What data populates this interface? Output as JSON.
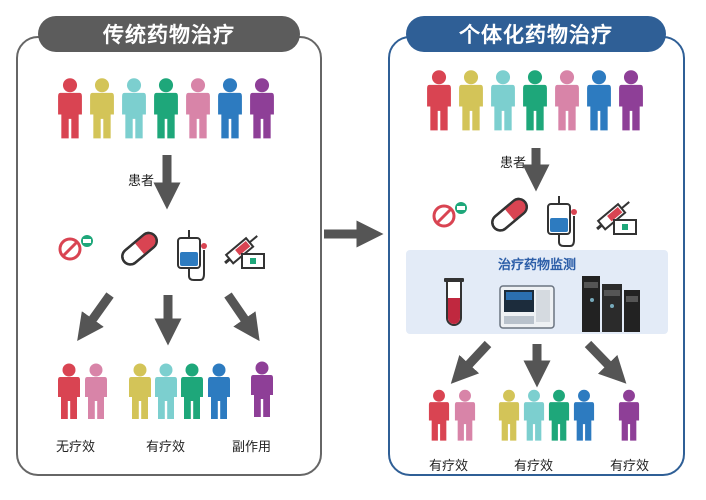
{
  "left_panel": {
    "title": "传统药物治疗",
    "patient_label": "患者",
    "outcomes": [
      "无疗效",
      "有疗效",
      "副作用"
    ]
  },
  "right_panel": {
    "title": "个体化药物治疗",
    "patient_label": "患者",
    "monitoring_label": "治疗药物监测",
    "outcomes": [
      "有疗效",
      "有疗效",
      "有疗效"
    ]
  },
  "colors": {
    "red": "#d94452",
    "yellow": "#d3c458",
    "cyan": "#7ccfcf",
    "green": "#1ea77a",
    "pink": "#d884a8",
    "blue": "#2d7bc0",
    "purple": "#8e3f97",
    "left_border": "#5c5c5c",
    "right_border": "#2f5f96",
    "arrow": "#555555"
  },
  "icons": [
    "pill-tablet-icon",
    "capsule-icon",
    "iv-drip-icon",
    "syringe-icon",
    "test-tube-icon",
    "analyzer-icon",
    "lab-instrument-icon"
  ]
}
